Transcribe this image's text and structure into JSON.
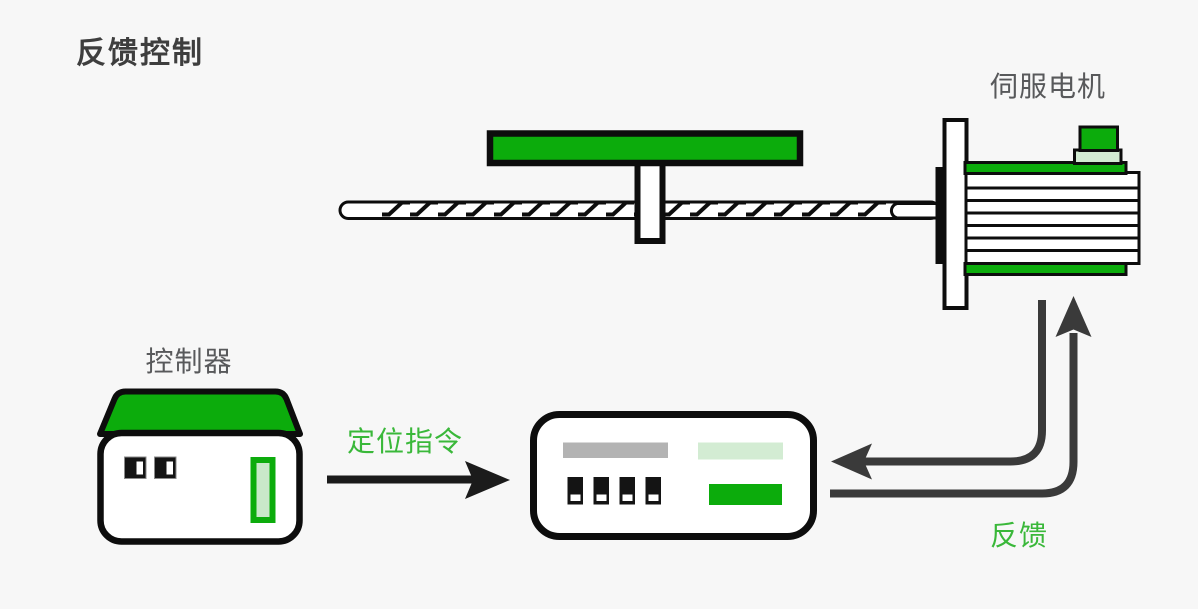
{
  "title": "反馈控制",
  "diagram": {
    "servo_motor_label": "伺服电机",
    "controller_label": "控制器",
    "position_command_label": "定位指令",
    "feedback_label": "反馈"
  },
  "colors": {
    "background": "#f7f7f7",
    "outline": "#0d0d0d",
    "green_main": "#0cac0c",
    "green_light": "#d3ecd3",
    "green_pale": "#c9e8c9",
    "green_text": "#3ab83a",
    "arrow_black": "#1b1b1b",
    "feedback_line": "#3a3a3a",
    "gray_bar": "#b3b3b3",
    "label_gray": "#58595b",
    "title_gray": "#3e3e3e",
    "port_black": "#141414",
    "white": "#ffffff"
  }
}
